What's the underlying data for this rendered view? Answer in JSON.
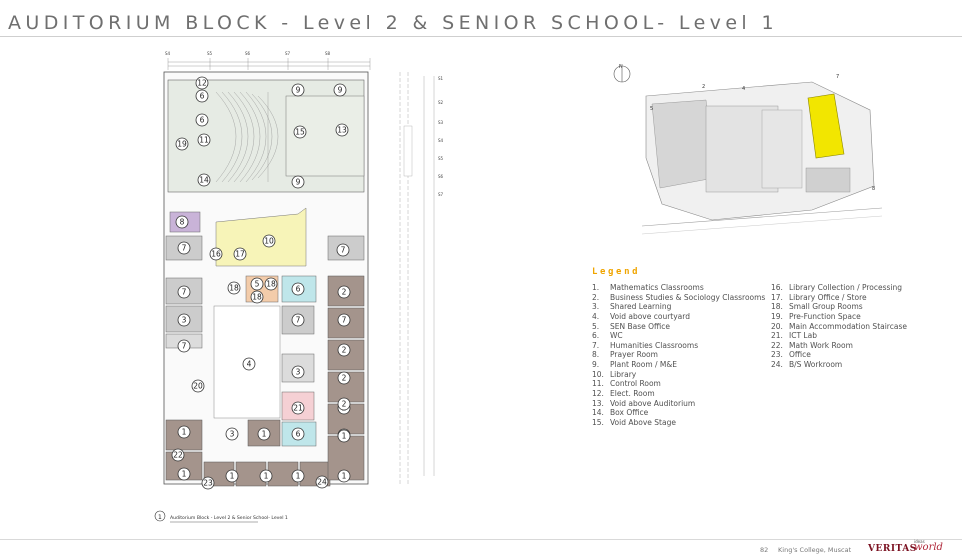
{
  "title": "AUDITORIUM BLOCK - Level 2 & SENIOR SCHOOL- Level 1",
  "plan": {
    "caption_label": "Auditorium Block - Level 2 & Senior School- Level 1",
    "caption_number": "1",
    "grid_top": [
      "S4",
      "S5",
      "S6",
      "S7",
      "S8"
    ],
    "grid_right": [
      "S1",
      "S2",
      "S3",
      "S4",
      "S5",
      "S6",
      "S7"
    ],
    "room_labels": [
      "12",
      "6",
      "6",
      "19",
      "11",
      "14",
      "9",
      "9",
      "15",
      "13",
      "9",
      "8",
      "7",
      "10",
      "16",
      "17",
      "7",
      "7",
      "3",
      "18",
      "5",
      "18",
      "18",
      "6",
      "2",
      "7",
      "7",
      "2",
      "7",
      "2",
      "4",
      "2",
      "3",
      "2",
      "20",
      "21",
      "2",
      "1",
      "3",
      "1",
      "6",
      "1",
      "22",
      "1",
      "23",
      "1",
      "1",
      "1",
      "24",
      "1"
    ]
  },
  "site_plan": {
    "north_label": "N",
    "markers": [
      "2",
      "4",
      "5",
      "7",
      "8"
    ]
  },
  "legend": {
    "title": "Legend",
    "col1": [
      {
        "num": "1.",
        "label": "Mathematics Classrooms"
      },
      {
        "num": "2.",
        "label": "Business Studies & Sociology Classrooms"
      },
      {
        "num": "3.",
        "label": "Shared Learning"
      },
      {
        "num": "4.",
        "label": "Void above courtyard"
      },
      {
        "num": "5.",
        "label": "SEN Base Office"
      },
      {
        "num": "6.",
        "label": "WC"
      },
      {
        "num": "7.",
        "label": "Humanities Classrooms"
      },
      {
        "num": "8.",
        "label": "Prayer Room"
      },
      {
        "num": "9.",
        "label": "Plant Room / M&E"
      },
      {
        "num": "10.",
        "label": "Library"
      },
      {
        "num": "11.",
        "label": "Control Room"
      },
      {
        "num": "12.",
        "label": "Elect. Room"
      },
      {
        "num": "13.",
        "label": "Void above Auditorium"
      },
      {
        "num": "14.",
        "label": "Box Office"
      },
      {
        "num": "15.",
        "label": "Void Above Stage"
      }
    ],
    "col2": [
      {
        "num": "16.",
        "label": "Library Collection / Processing"
      },
      {
        "num": "17.",
        "label": "Library Office / Store"
      },
      {
        "num": "18.",
        "label": "Small Group Rooms"
      },
      {
        "num": "19.",
        "label": "Pre-Function Space"
      },
      {
        "num": "20.",
        "label": "Main Accommodation Staircase"
      },
      {
        "num": "21.",
        "label": "ICT Lab"
      },
      {
        "num": "22.",
        "label": "Math Work Room"
      },
      {
        "num": "23.",
        "label": "Office"
      },
      {
        "num": "24.",
        "label": "B/S Workroom"
      }
    ]
  },
  "footer": {
    "page_number": "82",
    "school": "King's College, Muscat",
    "brand1": "VERITAS",
    "brand2_sup": "ideas",
    "brand2": "world"
  },
  "colors": {
    "title": "#6f6f6f",
    "legend_title": "#f0a500",
    "highlight": "#f2e600",
    "library": "#f7f4b8",
    "classroom_brown": "#a4948c",
    "classroom_grey": "#cccccc",
    "auditorium": "#e6ebe4",
    "wc": "#bfe6ea",
    "sen": "#f3ccaa",
    "prayer": "#c9b3d8",
    "ict": "#f5d0d4"
  }
}
